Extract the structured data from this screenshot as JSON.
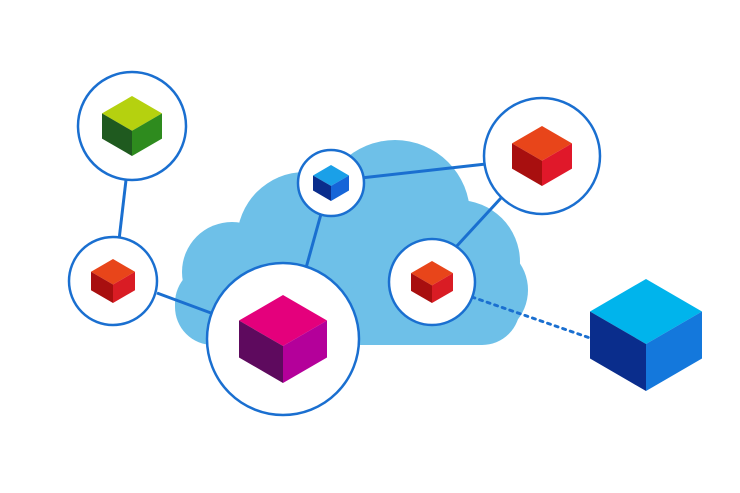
{
  "colors": {
    "background": "#ffffff",
    "cloud": "#6ec0e8",
    "link": "#1a6fd0",
    "node_fill": "#ffffff",
    "node_stroke": "#1a6fd0"
  },
  "nodes": [
    {
      "id": "green-node",
      "cube": {
        "top": "#b5d10f",
        "left": "#1f5a1f",
        "right": "#2e8b1e"
      }
    },
    {
      "id": "small-red-left-node",
      "cube": {
        "top": "#e8451a",
        "left": "#a80f0f",
        "right": "#d91c24"
      }
    },
    {
      "id": "magenta-node",
      "cube": {
        "top": "#e4007c",
        "left": "#5e0a5e",
        "right": "#b4009a"
      }
    },
    {
      "id": "small-blue-node",
      "cube": {
        "top": "#1aa0e8",
        "left": "#0a2d8c",
        "right": "#1565d8"
      }
    },
    {
      "id": "red-top-right-node",
      "cube": {
        "top": "#e8451a",
        "left": "#a80f0f",
        "right": "#e0182a"
      }
    },
    {
      "id": "small-red-right-node",
      "cube": {
        "top": "#e8451a",
        "left": "#a80f0f",
        "right": "#d91c24"
      }
    }
  ],
  "detached_cube": {
    "id": "large-blue-cube",
    "top": "#00b4ec",
    "left": "#0a2d8c",
    "right": "#1478dc"
  },
  "links": [
    {
      "from": "green-node",
      "to": "small-red-left-node",
      "style": "solid"
    },
    {
      "from": "small-red-left-node",
      "to": "magenta-node",
      "style": "solid"
    },
    {
      "from": "magenta-node",
      "to": "small-blue-node",
      "style": "solid"
    },
    {
      "from": "small-blue-node",
      "to": "red-top-right-node",
      "style": "solid"
    },
    {
      "from": "red-top-right-node",
      "to": "small-red-right-node",
      "style": "solid"
    },
    {
      "from": "small-red-right-node",
      "to": "large-blue-cube",
      "style": "dotted"
    }
  ]
}
